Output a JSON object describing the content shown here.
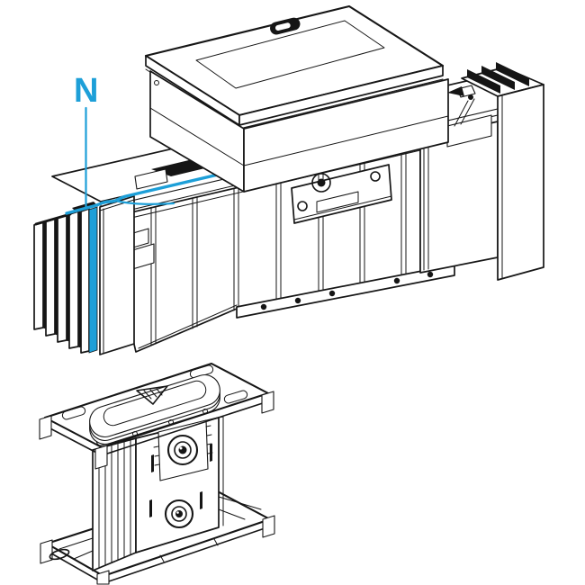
{
  "figure": {
    "annotation": {
      "label": "N"
    },
    "parts": [
      "busbar-trunking-run",
      "tap-off-box",
      "neutral-conductor-highlight",
      "feed-unit-support"
    ]
  },
  "colors": {
    "accent": "#1d9fd8",
    "line": "#161616",
    "dark": "#151515",
    "bg": "#ffffff"
  }
}
